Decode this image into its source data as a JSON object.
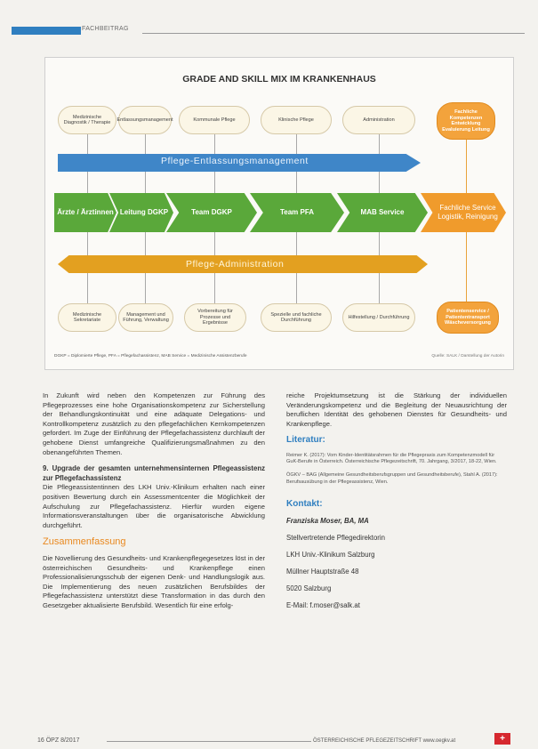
{
  "header": {
    "label": "FACHBEITRAG"
  },
  "figure": {
    "title": "GRADE AND SKILL MIX IM KRANKENHAUS",
    "top_boxes": [
      "Medizinische Diagnostik / Therapie",
      "Entlassungsmanagement",
      "Kommunale Pflege",
      "Klinische Pflege",
      "Administration",
      "Fachliche Kompetenzen Entwicklung Evaluierung Leitung"
    ],
    "blue_arrow": "Pflege-Entlassungsmanagement",
    "chevrons": [
      "Ärzte / Ärztinnen",
      "Leitung DGKP",
      "Team DGKP",
      "Team PFA",
      "MAB Service",
      "Fachliche Service Logistik, Reinigung"
    ],
    "orange_arrow": "Pflege-Administration",
    "bottom_boxes": [
      "Medizinische Sekretariate",
      "Management und Führung, Verwaltung",
      "Vorbereitung für Prozesse und Ergebnisse",
      "Spezielle und fachliche Durchführung",
      "Hilfestellung / Durchführung",
      "Patientenservice / Patiententransport Wäscheversorgung"
    ],
    "legend": "DGKP = Diplomierte Pflege, PFA = Pflegefachassistenz, MAB Service = Medizinische Assistenzberufe",
    "source": "Quelle: SALK / Darstellung der Autorin"
  },
  "left_column": {
    "p1": "In Zukunft wird neben den Kompetenzen zur Führung des Pflegeprozesses eine hohe Organisationskompetenz zur Sicherstellung der Behandlungskontinuität und eine adäquate Delegations- und Kontrollkompetenz zusätzlich zu den pflegefachlichen Kernkompetenzen gefordert. Im Zuge der Einführung der Pflegefachassistenz durchlauft der gehobene Dienst umfangreiche Qualifizierungsmaßnahmen zu den obenangeführten Themen.",
    "h1": "9. Upgrade der gesamten unternehmensinternen Pflegeassistenz zur Pflegefachassistenz",
    "p2": "Die Pflegeassistentinnen des LKH Univ.-Klinikum erhalten nach einer positiven Bewertung durch ein Assessmentcenter die Möglichkeit der Aufschulung zur Pflegefachassistenz. Hierfür wurden eigene Informationsveranstaltungen über die organisatorische Abwicklung durchgeführt.",
    "h2": "Zusammenfassung",
    "p3": "Die Novellierung des Gesundheits- und Krankenpflegegesetzes löst in der österreichischen Gesundheits- und Krankenpflege einen Professionalisierungsschub der eigenen Denk- und Handlungslogik aus. Die Implementierung des neuen zusätzlichen Berufsbildes der Pflegefachassistenz unterstützt diese Transformation in das durch den Gesetzgeber aktualisierte Berufsbild. Wesentlich für eine erfolg-"
  },
  "right_column": {
    "p1": "reiche Projektumsetzung ist die Stärkung der individuellen Veränderungskompetenz und die Begleitung der Neuausrichtung der beruflichen Identität des gehobenen Dienstes für Gesundheits- und Krankenpflege.",
    "lit_heading": "Literatur:",
    "lit1": "Reimer K. (2017): Vom Kinder-Identitätsrahmen für die Pflegepraxis zum Kompetenzmodell für GuK-Berufe in Österreich. Österreichische Pflegezeitschrift, 70. Jahrgang, 3/2017, 18-22, Wien.",
    "lit2": "ÖGKV – BAG (Allgemeine Gesundheitsberufsgruppen und Gesundheitsberufe), Stahl A. (2017): Berufsausübung in der Pflegeassistenz, Wien.",
    "contact_heading": "Kontakt:",
    "contact_name": "Franziska Moser, BA, MA",
    "contact_role": "Stellvertretende Pflegedirektorin",
    "contact_org": "LKH Univ.-Klinikum Salzburg",
    "contact_street": "Müllner Hauptstraße 48",
    "contact_city": "5020 Salzburg",
    "contact_email": "E-Mail: f.moser@salk.at"
  },
  "footer": {
    "left": "16   ÖPZ 8/2017",
    "right": "ÖSTERREICHISCHE PFLEGEZEITSCHRIFT   www.oegkv.at",
    "logo": "+"
  }
}
